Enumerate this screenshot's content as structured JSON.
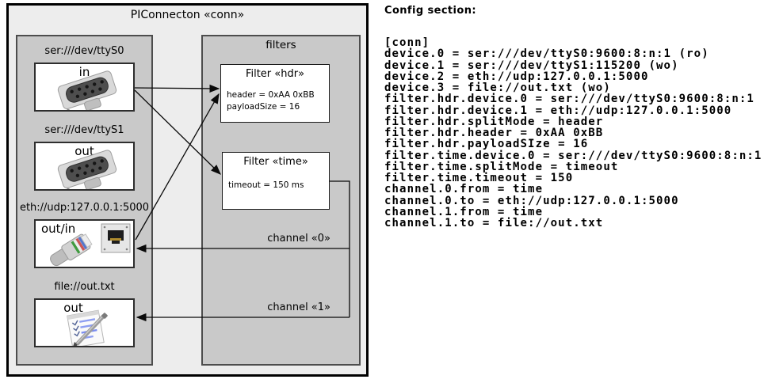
{
  "colors": {
    "page_bg": "#ffffff",
    "outer_fill": "#ededed",
    "outer_border": "#000000",
    "panel_fill": "#c9c9c9",
    "panel_border": "#4d4d4d",
    "box_fill": "#ffffff",
    "box_border": "#2e2e2e",
    "filter_border": "#1a1a1a",
    "line_color": "#0a0a0a",
    "text_color": "#000000"
  },
  "diagram": {
    "title": "PIConnecton «conn»",
    "filters_panel_title": "filters",
    "devices": [
      {
        "uri": "ser:///dev/ttyS0",
        "direction": "in",
        "icon": "serial-connector"
      },
      {
        "uri": "ser:///dev/ttyS1",
        "direction": "out",
        "icon": "serial-connector"
      },
      {
        "uri": "eth://udp:127.0.0.1:5000",
        "direction": "out/in",
        "icon": "ethernet-connector"
      },
      {
        "uri": "file://out.txt",
        "direction": "out",
        "icon": "notepad"
      }
    ],
    "filters": [
      {
        "title": "Filter «hdr»",
        "prop_0": "header = 0xAA 0xBB",
        "prop_1": "payloadSize = 16"
      },
      {
        "title": "Filter «time»",
        "prop_0": "timeout = 150 ms"
      }
    ],
    "channels": [
      {
        "label": "channel «0»"
      },
      {
        "label": "channel «1»"
      }
    ]
  },
  "config": {
    "heading": "Config section:",
    "lines": [
      "[conn]",
      "device.0 = ser:///dev/ttyS0:9600:8:n:1 (ro)",
      "device.1 = ser:///dev/ttyS1:115200 (wo)",
      "device.2 = eth://udp:127.0.0.1:5000",
      "device.3 = file://out.txt (wo)",
      "filter.hdr.device.0 = ser:///dev/ttyS0:9600:8:n:1",
      "filter.hdr.device.1 = eth://udp:127.0.0.1:5000",
      "filter.hdr.splitMode = header",
      "filter.hdr.header = 0xAA 0xBB",
      "filter.hdr.payloadSIze = 16",
      "filter.time.device.0 = ser:///dev/ttyS0:9600:8:n:1",
      "filter.time.splitMode = timeout",
      "filter.time.timeout = 150",
      "channel.0.from = time",
      "channel.0.to = eth://udp:127.0.0.1:5000",
      "channel.1.from = time",
      "channel.1.to = file://out.txt"
    ]
  }
}
